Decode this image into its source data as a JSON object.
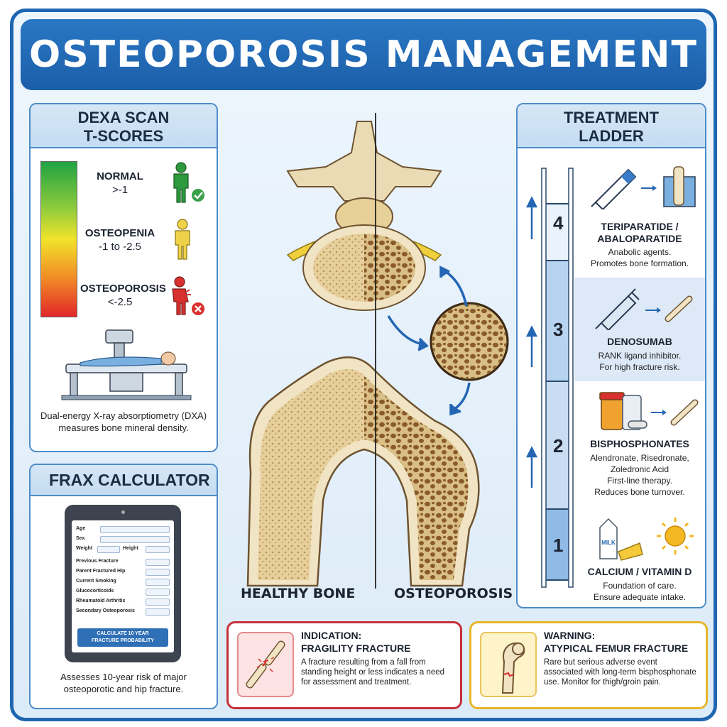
{
  "title": "OSTEOPOROSIS MANAGEMENT",
  "dexa": {
    "heading_line1": "DEXA SCAN",
    "heading_line2": "T-SCORES",
    "levels": [
      {
        "name": "NORMAL",
        "value": ">-1"
      },
      {
        "name": "OSTEOPENIA",
        "value": "-1 to -2.5"
      },
      {
        "name": "OSTEOPOROSIS",
        "value": "<-2.5"
      }
    ],
    "description": "Dual-energy X-ray absorptiometry (DXA) measures bone mineral density."
  },
  "frax": {
    "heading": "FRAX CALCULATOR",
    "fields": [
      "Age",
      "Sex",
      "Weight",
      "Height",
      "Previous Fracture",
      "Parent Fractured Hip",
      "Current Smoking",
      "Glucocorticoids",
      "Rheumatoid Arthritis",
      "Secondary Osteoporosis"
    ],
    "button_line1": "CALCULATE 10 YEAR",
    "button_line2": "FRACTURE PROBABILITY",
    "description": "Assesses 10-year risk of major osteoporotic and hip fracture."
  },
  "center": {
    "left_caption": "HEALTHY BONE",
    "right_caption": "OSTEOPOROSIS"
  },
  "ladder": {
    "heading_line1": "TREATMENT",
    "heading_line2": "LADDER",
    "tiers": [
      {
        "step": "4",
        "name_line1": "TERIPARATIDE /",
        "name_line2": "ABALOPARATIDE",
        "desc_line1": "Anabolic agents.",
        "desc_line2": "Promotes bone formation.",
        "desc_line3": ""
      },
      {
        "step": "3",
        "name_line1": "DENOSUMAB",
        "name_line2": "",
        "desc_line1": "RANK ligand inhibitor.",
        "desc_line2": "For high fracture risk.",
        "desc_line3": ""
      },
      {
        "step": "2",
        "name_line1": "BISPHOSPHONATES",
        "name_line2": "",
        "desc_line1": "Alendronate, Risedronate,",
        "desc_line2": "Zoledronic Acid",
        "desc_line3": "First-line therapy.",
        "desc_line4": "Reduces bone turnover."
      },
      {
        "step": "1",
        "name_line1": "CALCIUM / VITAMIN D",
        "name_line2": "",
        "desc_line1": "Foundation of care.",
        "desc_line2": "Ensure adequate intake.",
        "desc_line3": ""
      }
    ],
    "milk_label": "MILK"
  },
  "indication": {
    "title_line1": "INDICATION:",
    "title_line2": "FRAGILITY FRACTURE",
    "text": "A fracture resulting from a fall from standing height or less indicates a need for assessment and treatment."
  },
  "warning": {
    "title_line1": "WARNING:",
    "title_line2": "ATYPICAL FEMUR FRACTURE",
    "text": "Rare but serious adverse event associated with long-term bisphosphonate use. Monitor for thigh/groin pain."
  },
  "colors": {
    "primary_blue": "#1f66b1",
    "normal_green": "#2e9a3e",
    "osteopenia_yellow": "#e9c531",
    "osteoporosis_red": "#d8302f",
    "bone_beige": "#e8d5a8",
    "porous_brown": "#8a5a2b"
  }
}
